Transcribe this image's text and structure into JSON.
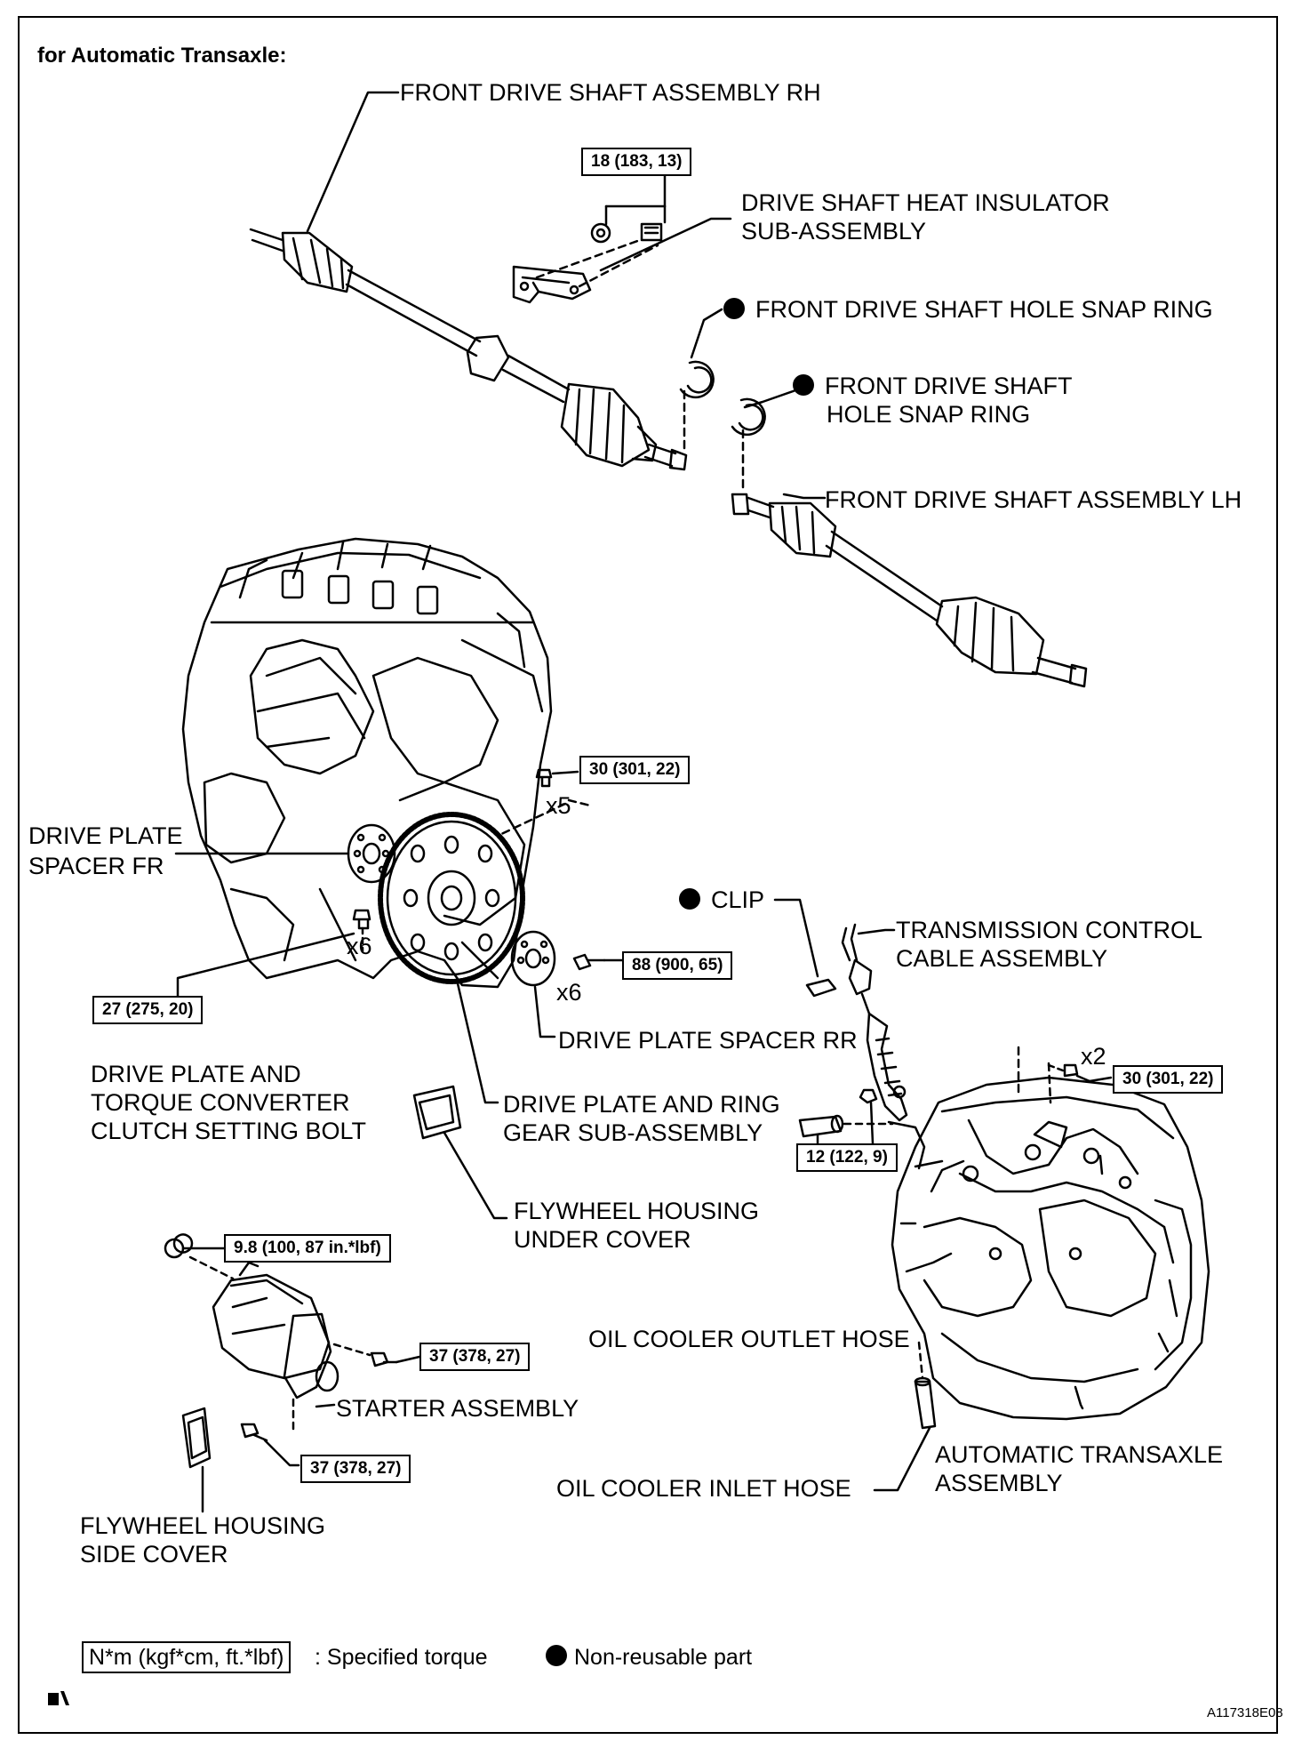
{
  "diagram": {
    "heading": "for Automatic Transaxle:",
    "labels": {
      "front_drive_shaft_rh": "FRONT DRIVE SHAFT ASSEMBLY RH",
      "heat_insulator_1": "DRIVE SHAFT HEAT INSULATOR",
      "heat_insulator_2": "SUB-ASSEMBLY",
      "snap_ring_1": "FRONT DRIVE SHAFT HOLE SNAP RING",
      "snap_ring_2a": "FRONT DRIVE SHAFT",
      "snap_ring_2b": "HOLE SNAP RING",
      "front_drive_shaft_lh": "FRONT DRIVE SHAFT ASSEMBLY LH",
      "spacer_fr_1": "DRIVE PLATE",
      "spacer_fr_2": "SPACER FR",
      "clip": "CLIP",
      "tcc_1": "TRANSMISSION CONTROL",
      "tcc_2": "CABLE ASSEMBLY",
      "spacer_rr": "DRIVE PLATE SPACER RR",
      "setting_bolt_1": "DRIVE PLATE AND",
      "setting_bolt_2": "TORQUE CONVERTER",
      "setting_bolt_3": "CLUTCH SETTING BOLT",
      "ring_gear_1": "DRIVE PLATE AND RING",
      "ring_gear_2": "GEAR SUB-ASSEMBLY",
      "under_cover_1": "FLYWHEEL HOUSING",
      "under_cover_2": "UNDER COVER",
      "outlet_hose": "OIL COOLER OUTLET HOSE",
      "starter": "STARTER ASSEMBLY",
      "transaxle_1": "AUTOMATIC TRANSAXLE",
      "transaxle_2": "ASSEMBLY",
      "inlet_hose": "OIL COOLER INLET HOSE",
      "side_cover_1": "FLYWHEEL HOUSING",
      "side_cover_2": "SIDE COVER"
    },
    "torques": {
      "insulator": "18 (183, 13)",
      "engine_bolt": "30 (301, 22)",
      "spacer_fr_bolt": "27 (275, 20)",
      "spacer_rr_bolt": "88 (900, 65)",
      "transaxle_bolt": "30 (301, 22)",
      "cable_nut": "12 (122, 9)",
      "starter_nut": "9.8 (100, 87 in.*lbf)",
      "starter_bolt_upper": "37 (378, 27)",
      "starter_bolt_lower": "37 (378, 27)"
    },
    "quantities": {
      "engine_bolt": "x5",
      "spacer_fr_bolt": "x6",
      "spacer_rr_bolt": "x6",
      "transaxle_bolt": "x2"
    },
    "legend": {
      "torque_format": "N*m (kgf*cm, ft.*lbf)",
      "torque_desc": ": Specified torque",
      "nonreusable_desc": "Non-reusable part"
    },
    "figure_id": "A117318E08"
  }
}
